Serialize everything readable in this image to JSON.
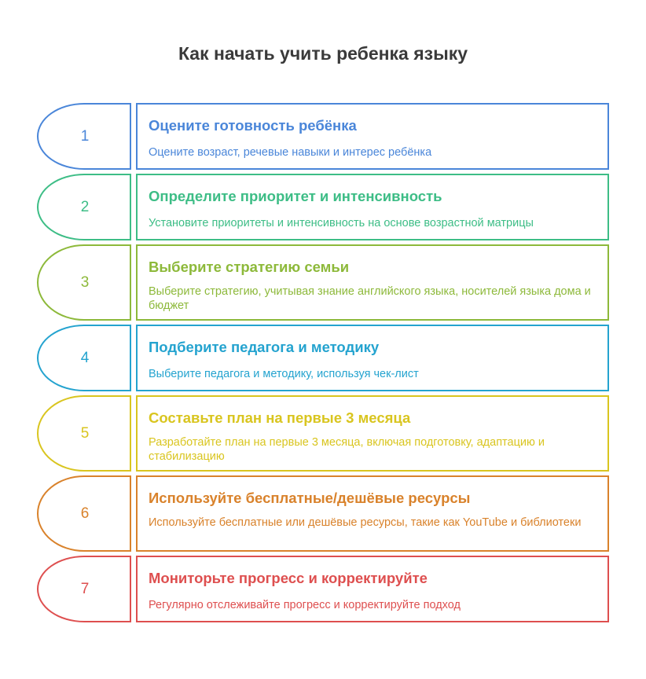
{
  "title": "Как начать учить ребенка языку",
  "steps": [
    {
      "number": "1",
      "heading": "Оцените готовность ребёнка",
      "description": "Оцените возраст, речевые навыки и интерес ребёнка",
      "color": "#4a86d9"
    },
    {
      "number": "2",
      "heading": "Определите приоритет и интенсивность",
      "description": "Установите приоритеты и интенсивность на основе возрастной матрицы",
      "color": "#3dbd86"
    },
    {
      "number": "3",
      "heading": "Выберите стратегию семьи",
      "description": "Выберите стратегию, учитывая знание английского языка, носителей языка дома и бюджет",
      "color": "#8db93a"
    },
    {
      "number": "4",
      "heading": "Подберите педагога и методику",
      "description": "Выберите педагога и методику, используя чек-лист",
      "color": "#24a3cf"
    },
    {
      "number": "5",
      "heading": "Составьте план на первые 3 месяца",
      "description": "Разработайте план на первые 3 месяца, включая подготовку, адаптацию и стабилизацию",
      "color": "#d9c51f"
    },
    {
      "number": "6",
      "heading": "Используйте бесплатные/дешёвые ресурсы",
      "description": "Используйте бесплатные или дешёвые ресурсы, такие как YouTube и библиотеки",
      "color": "#d9822b"
    },
    {
      "number": "7",
      "heading": "Мониторьте прогресс и корректируйте",
      "description": "Регулярно отслеживайте прогресс и корректируйте подход",
      "color": "#de4f4f"
    }
  ]
}
